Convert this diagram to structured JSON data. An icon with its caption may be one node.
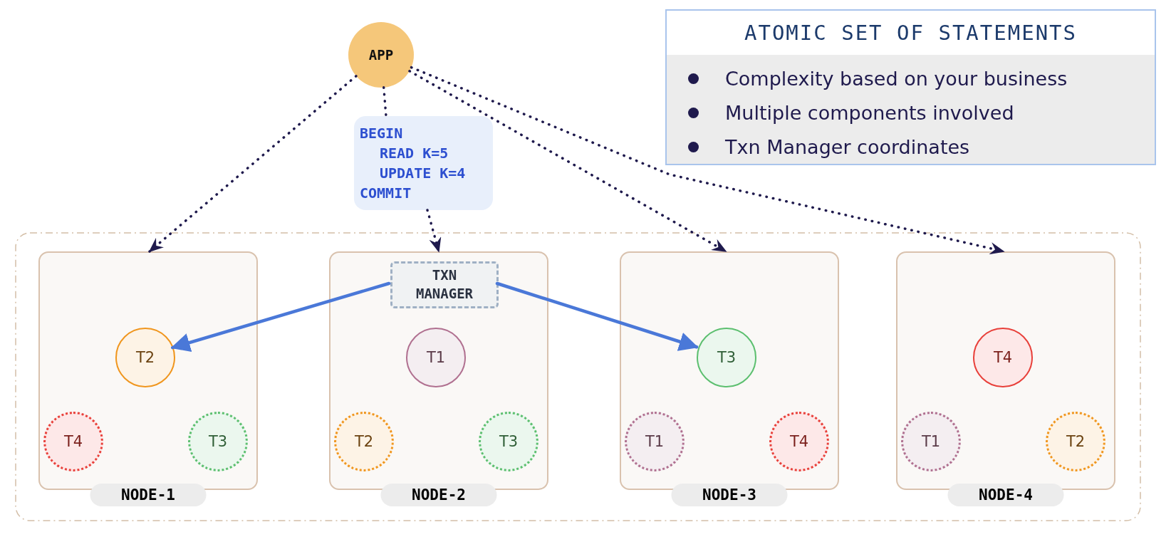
{
  "diagram": {
    "nodes": [
      {
        "text": [
          "APP"
        ]
      },
      {
        "text": [
          "BEGIN",
          "READ K=5",
          "UPDATE K=4",
          "COMMIT"
        ]
      },
      {
        "text": [
          "ATOMIC SET OF STATEMENTS",
          "Complexity based on your business",
          "Multiple components involved",
          "Txn Manager coordinates"
        ]
      },
      {
        "text": [],
        "shape": "box"
      },
      {
        "text": [
          "NODE-1"
        ],
        "in": 3
      },
      {
        "text": [
          "T2"
        ],
        "in": 4
      },
      {
        "text": [
          "T4"
        ],
        "in": 4
      },
      {
        "text": [
          "T3"
        ],
        "in": 4
      },
      {
        "text": [
          "NODE-2"
        ],
        "in": 3
      },
      {
        "text": [
          "TXN MANAGER"
        ],
        "in": 8
      },
      {
        "text": [
          "T1"
        ],
        "in": 8
      },
      {
        "text": [
          "T2"
        ],
        "in": 8
      },
      {
        "text": [
          "T3"
        ],
        "in": 8
      },
      {
        "text": [
          "NODE-3"
        ],
        "in": 3
      },
      {
        "text": [
          "T3"
        ],
        "in": 13
      },
      {
        "text": [
          "T1"
        ],
        "in": 13
      },
      {
        "text": [
          "T4"
        ],
        "in": 13
      },
      {
        "text": [
          "NODE-4"
        ],
        "in": 3
      },
      {
        "text": [
          "T4"
        ],
        "in": 17
      },
      {
        "text": [
          "T1"
        ],
        "in": 17
      },
      {
        "text": [
          "T2"
        ],
        "in": 17
      }
    ],
    "edges": [
      {
        "from": 0,
        "to": 1,
        "arrow": "none",
        "style": "dashed"
      },
      {
        "from": 1,
        "to": 8,
        "arrow": "to",
        "style": "dashed"
      },
      {
        "from": 0,
        "to": 4,
        "arrow": "to",
        "style": "dashed"
      },
      {
        "from": 0,
        "to": 13,
        "arrow": "to",
        "style": "dashed"
      },
      {
        "from": 0,
        "to": 17,
        "arrow": "to",
        "style": "dashed"
      },
      {
        "from": 9,
        "to": 5,
        "arrow": "to",
        "color": "#4a78d8"
      },
      {
        "from": 9,
        "to": 14,
        "arrow": "to",
        "color": "#4a78d8"
      }
    ]
  }
}
